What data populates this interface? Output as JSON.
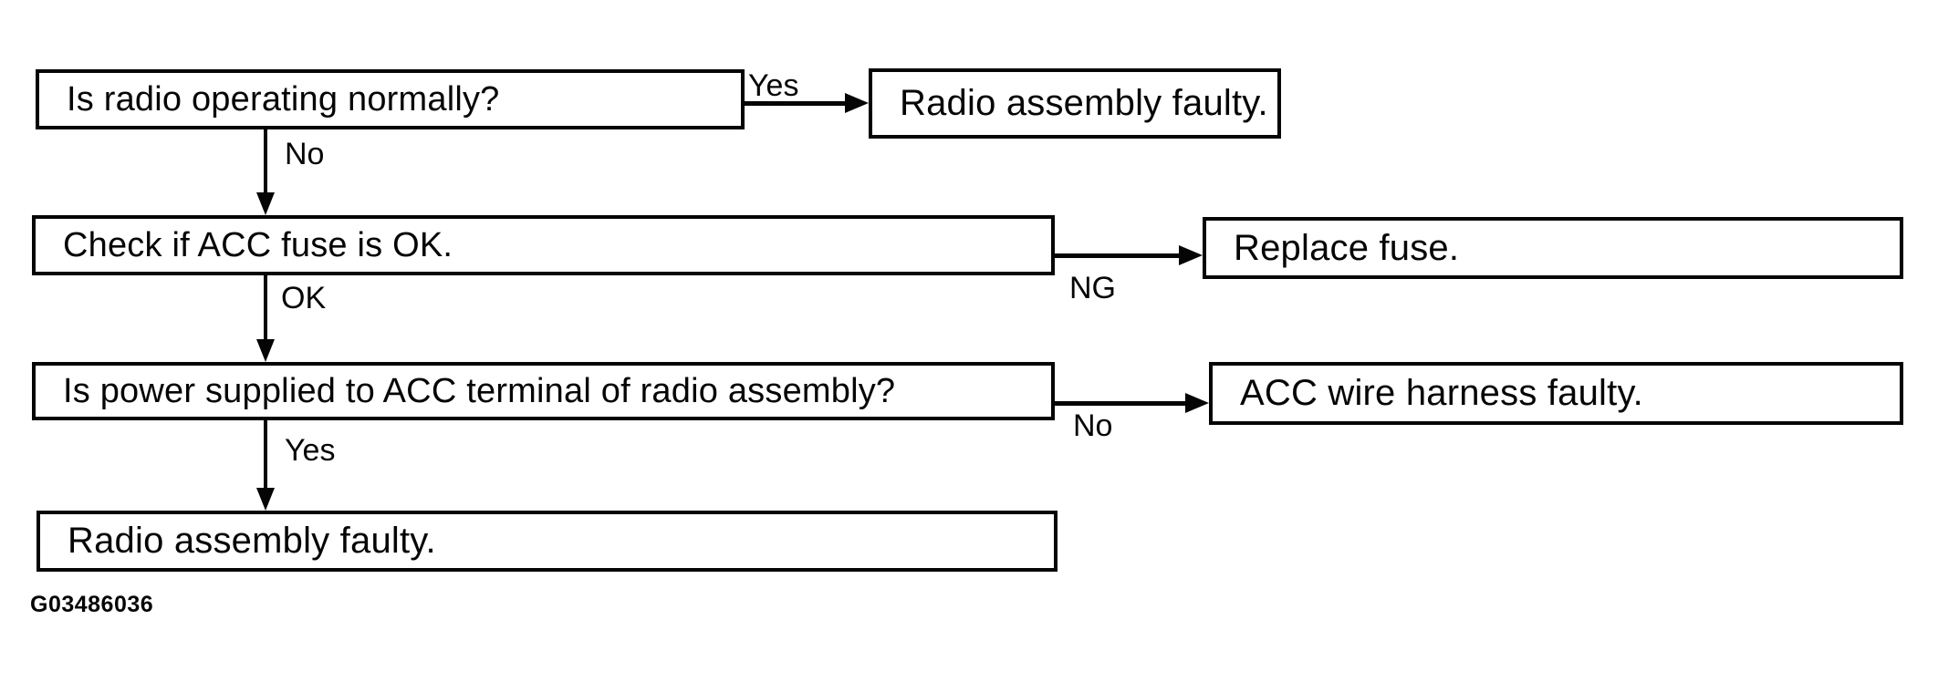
{
  "figure": {
    "code": "G03486036"
  },
  "colors": {
    "ink": "#000000",
    "paper": "#ffffff"
  },
  "flowchart": {
    "type": "troubleshooting-flowchart",
    "topic": "radio power diagnosis",
    "nodes": {
      "q1": {
        "kind": "question",
        "text": "Is radio operating normally?"
      },
      "r1": {
        "kind": "result",
        "text": "Radio assembly faulty."
      },
      "q2": {
        "kind": "question",
        "text": "Check if ACC fuse is OK."
      },
      "r2": {
        "kind": "result",
        "text": "Replace fuse."
      },
      "q3": {
        "kind": "question",
        "text": "Is power supplied to ACC terminal of radio assembly?"
      },
      "r3": {
        "kind": "result",
        "text": "ACC wire harness faulty."
      },
      "f1": {
        "kind": "result",
        "text": "Radio assembly faulty."
      }
    },
    "edges": [
      {
        "from": "q1",
        "to": "r1",
        "label": "Yes",
        "direction": "right"
      },
      {
        "from": "q1",
        "to": "q2",
        "label": "No",
        "direction": "down"
      },
      {
        "from": "q2",
        "to": "r2",
        "label": "NG",
        "direction": "right"
      },
      {
        "from": "q2",
        "to": "q3",
        "label": "OK",
        "direction": "down"
      },
      {
        "from": "q3",
        "to": "r3",
        "label": "No",
        "direction": "right"
      },
      {
        "from": "q3",
        "to": "f1",
        "label": "Yes",
        "direction": "down"
      }
    ]
  }
}
